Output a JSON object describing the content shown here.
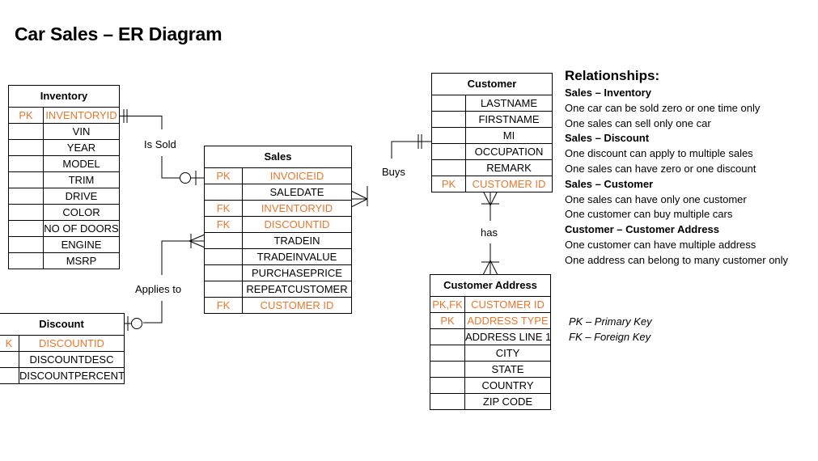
{
  "title": "Car Sales – ER Diagram",
  "colors": {
    "key_text": "#e8772e",
    "line": "#000000",
    "background": "#ffffff"
  },
  "entities": {
    "inventory": {
      "name": "Inventory",
      "rows": [
        {
          "key": "PK",
          "attr": "INVENTORYID"
        },
        {
          "key": "",
          "attr": "VIN"
        },
        {
          "key": "",
          "attr": "YEAR"
        },
        {
          "key": "",
          "attr": "MODEL"
        },
        {
          "key": "",
          "attr": "TRIM"
        },
        {
          "key": "",
          "attr": "DRIVE"
        },
        {
          "key": "",
          "attr": "COLOR"
        },
        {
          "key": "",
          "attr": "NO OF DOORS"
        },
        {
          "key": "",
          "attr": "ENGINE"
        },
        {
          "key": "",
          "attr": "MSRP"
        }
      ]
    },
    "sales": {
      "name": "Sales",
      "rows": [
        {
          "key": "PK",
          "attr": "INVOICEID"
        },
        {
          "key": "",
          "attr": "SALEDATE"
        },
        {
          "key": "FK",
          "attr": "INVENTORYID"
        },
        {
          "key": "FK",
          "attr": "DISCOUNTID"
        },
        {
          "key": "",
          "attr": "TRADEIN"
        },
        {
          "key": "",
          "attr": "TRADEINVALUE"
        },
        {
          "key": "",
          "attr": "PURCHASEPRICE"
        },
        {
          "key": "",
          "attr": "REPEATCUSTOMER"
        },
        {
          "key": "FK",
          "attr": "CUSTOMER ID"
        }
      ]
    },
    "customer": {
      "name": "Customer",
      "rows": [
        {
          "key": "",
          "attr": "LASTNAME"
        },
        {
          "key": "",
          "attr": "FIRSTNAME"
        },
        {
          "key": "",
          "attr": "MI"
        },
        {
          "key": "",
          "attr": "OCCUPATION"
        },
        {
          "key": "",
          "attr": "REMARK"
        },
        {
          "key": "PK",
          "attr": "CUSTOMER ID"
        }
      ]
    },
    "customer_address": {
      "name": "Customer Address",
      "rows": [
        {
          "key": "PK,FK",
          "attr": "CUSTOMER ID"
        },
        {
          "key": "PK",
          "attr": "ADDRESS TYPE"
        },
        {
          "key": "",
          "attr": "ADDRESS LINE 1"
        },
        {
          "key": "",
          "attr": "CITY"
        },
        {
          "key": "",
          "attr": "STATE"
        },
        {
          "key": "",
          "attr": "COUNTRY"
        },
        {
          "key": "",
          "attr": "ZIP CODE"
        }
      ]
    },
    "discount": {
      "name": "Discount",
      "rows": [
        {
          "key": "K",
          "attr": "DISCOUNTID"
        },
        {
          "key": "",
          "attr": "DISCOUNTDESC"
        },
        {
          "key": "",
          "attr": "DISCOUNTPERCENT"
        }
      ]
    }
  },
  "relationship_labels": {
    "is_sold": "Is Sold",
    "buys": "Buys",
    "has": "has",
    "applies_to": "Applies to"
  },
  "relationships_panel": {
    "heading": "Relationships:",
    "groups": [
      {
        "title": "Sales – Inventory",
        "lines": [
          "One car can be sold zero or one time only",
          "One sales can sell only one car"
        ]
      },
      {
        "title": "Sales – Discount",
        "lines": [
          "One discount can apply to multiple sales",
          "One sales can have zero or one discount"
        ]
      },
      {
        "title": "Sales – Customer",
        "lines": [
          "One sales can have only one customer",
          "One customer can buy multiple cars"
        ]
      },
      {
        "title": "Customer – Customer Address",
        "lines": [
          "One customer can have multiple address",
          "One address can belong to many customer only"
        ]
      }
    ]
  },
  "legend": {
    "pk": "PK – Primary Key",
    "fk": "FK – Foreign Key"
  }
}
